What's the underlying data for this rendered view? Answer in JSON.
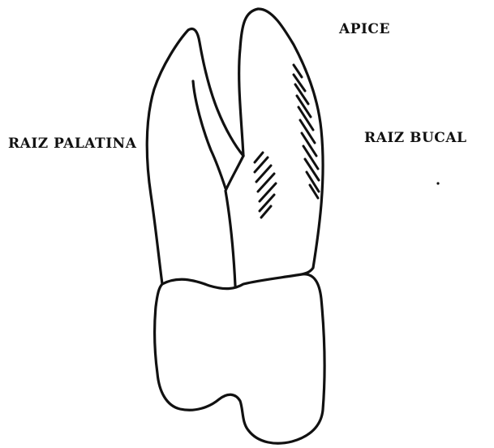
{
  "labels": {
    "apex": "APICE",
    "palatal_root": "RAIZ PALATINA",
    "buccal_root": "RAIZ BUCAL"
  },
  "colors": {
    "ink": "#111111",
    "background": "#ffffff"
  }
}
